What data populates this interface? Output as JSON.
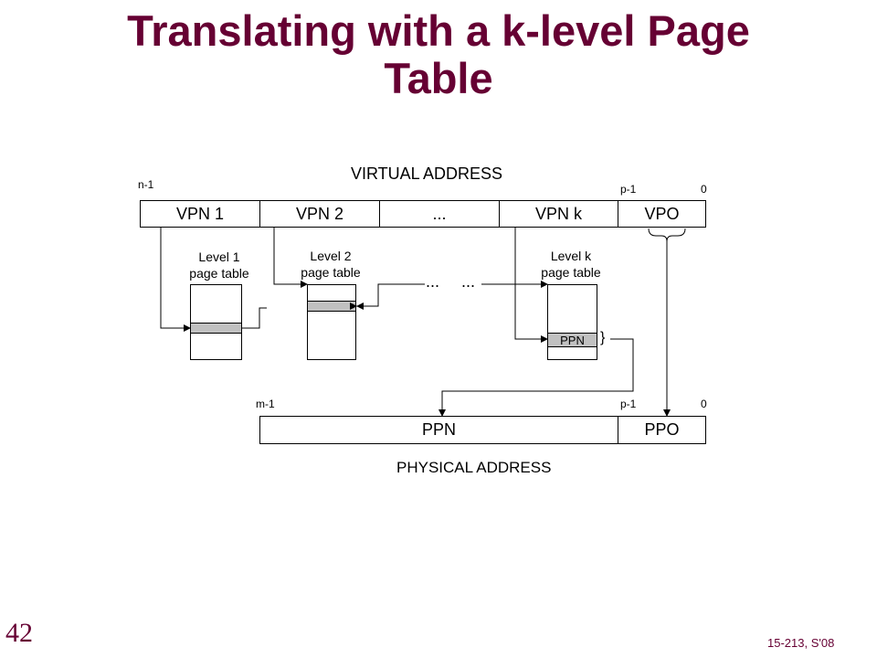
{
  "title": {
    "line1": "Translating with a k-level Page",
    "line2": "Table"
  },
  "virtual": {
    "heading": "VIRTUAL ADDRESS",
    "n_label": "n-1",
    "p_label": "p-1",
    "zero_label": "0",
    "fields": [
      "VPN 1",
      "VPN 2",
      "...",
      "VPN k",
      "VPO"
    ]
  },
  "levels": {
    "l1": "Level 1\npage table",
    "l2": "Level 2\npage table",
    "lk": "Level k\npage table",
    "ellipsis1": "...",
    "ellipsis2": "...",
    "ppn_entry": "PPN",
    "brace": "}"
  },
  "physical": {
    "heading": "PHYSICAL ADDRESS",
    "m_label": "m-1",
    "p_label": "p-1",
    "zero_label": "0",
    "fields": [
      "PPN",
      "PPO"
    ]
  },
  "slide": {
    "number": "42",
    "footer": "15-213, S'08"
  }
}
